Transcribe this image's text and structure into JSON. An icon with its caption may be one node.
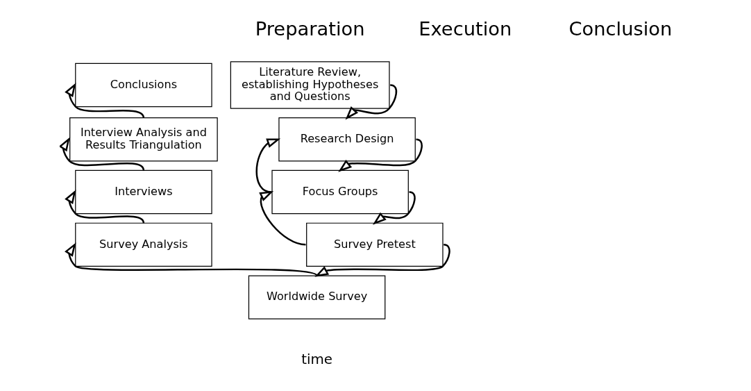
{
  "diagram": {
    "nodes": [
      {
        "text": [
          "Literature Review, establishing Hypotheses and Questions"
        ]
      },
      {
        "text": [
          "Research Design"
        ]
      },
      {
        "text": [
          "Focus Groups"
        ]
      },
      {
        "text": [
          "Survey Pretest"
        ]
      },
      {
        "text": [
          "Worldwide Survey"
        ]
      },
      {
        "text": [
          "Survey Analysis"
        ]
      },
      {
        "text": [
          "Interviews"
        ]
      },
      {
        "text": [
          "Interview Analysis and Results Triangulation"
        ]
      },
      {
        "text": [
          "Conclusions"
        ]
      }
    ],
    "edges": [
      {
        "from": 0,
        "to": 1,
        "arrow": "to"
      },
      {
        "from": 1,
        "to": 2,
        "arrow": "to"
      },
      {
        "from": 2,
        "to": 1,
        "arrow": "to"
      },
      {
        "from": 2,
        "to": 3,
        "arrow": "to"
      },
      {
        "from": 3,
        "to": 2,
        "arrow": "to"
      },
      {
        "from": 3,
        "to": 4,
        "arrow": "to"
      },
      {
        "from": 4,
        "to": 5,
        "arrow": "to"
      },
      {
        "from": 5,
        "to": 6,
        "arrow": "to"
      },
      {
        "from": 6,
        "to": 7,
        "arrow": "to"
      },
      {
        "from": 7,
        "to": 8,
        "arrow": "to"
      }
    ],
    "labels": [
      "Preparation",
      "Execution",
      "Conclusion",
      "time"
    ]
  }
}
